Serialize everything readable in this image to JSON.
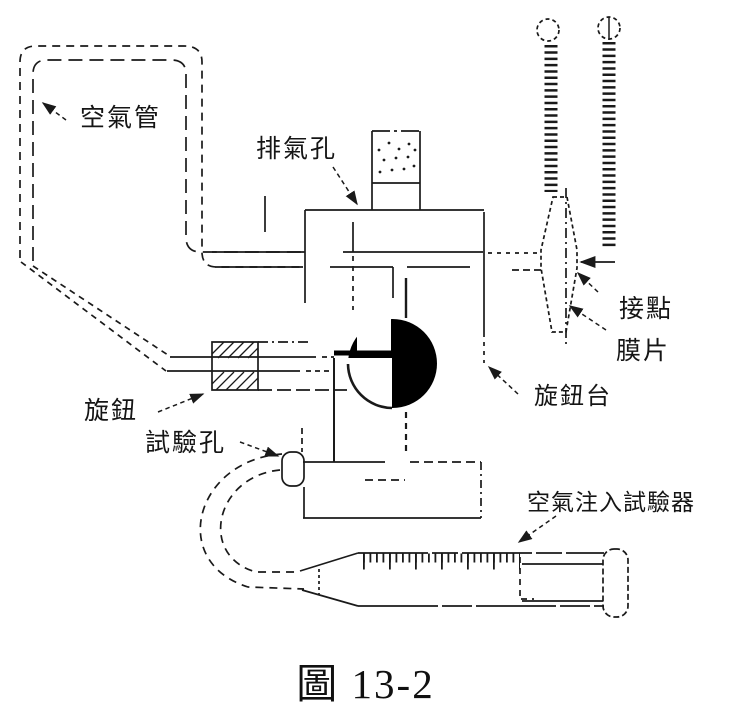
{
  "figure": {
    "caption": "圖 13-2",
    "labels": {
      "air_pipe": "空氣管",
      "exhaust_hole": "排氣孔",
      "knob": "旋鈕",
      "test_hole": "試驗孔",
      "knob_base": "旋鈕台",
      "contact_point": "接點",
      "diaphragm": "膜片",
      "air_injection_tester": "空氣注入試驗器"
    },
    "colors": {
      "line": "#1a1a1a",
      "background": "#ffffff",
      "valve_fill": "#000000"
    }
  }
}
